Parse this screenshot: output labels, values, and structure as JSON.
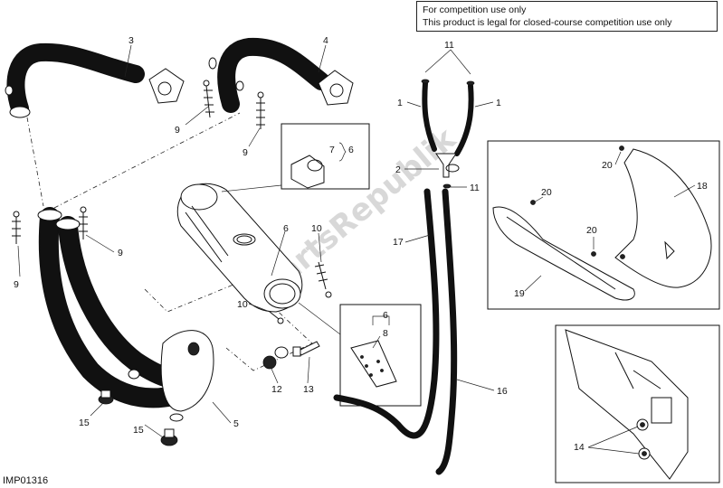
{
  "notice": {
    "line1": "For competition use only",
    "line2": "This product is legal for closed-course competition use only"
  },
  "diagram_code": "IMP01316",
  "watermark": "PartsRepublik",
  "callouts": {
    "c1a": "1",
    "c1b": "1",
    "c2": "2",
    "c3": "3",
    "c4": "4",
    "c5": "5",
    "c6a": "6",
    "c6b": "6",
    "c6c": "6",
    "c7": "7",
    "c8": "8",
    "c9a": "9",
    "c9b": "9",
    "c9c": "9",
    "c9d": "9",
    "c10a": "10",
    "c10b": "10",
    "c11a": "11",
    "c11b": "11",
    "c12": "12",
    "c13": "13",
    "c14": "14",
    "c15a": "15",
    "c15b": "15",
    "c16": "16",
    "c17": "17",
    "c18": "18",
    "c19": "19",
    "c20a": "20",
    "c20b": "20",
    "c20c": "20"
  }
}
